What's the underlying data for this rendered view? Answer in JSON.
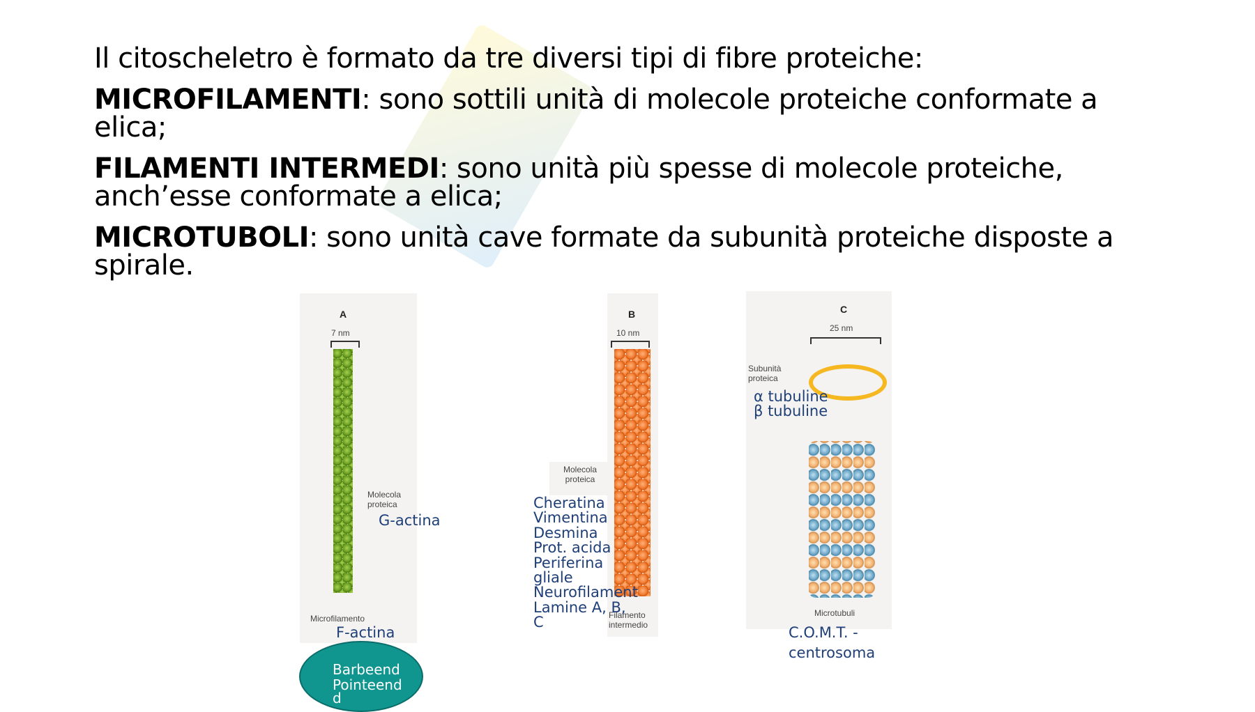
{
  "intro": "Il citoscheletro è formato da tre diversi tipi di fibre proteiche:",
  "items": [
    {
      "term": "MICROFILAMENTI",
      "desc": ": sono sottili unità di molecole proteiche conformate a elica;"
    },
    {
      "term": "FILAMENTI INTERMEDI",
      "desc": ": sono unità più spesse di molecole proteiche, anch’esse conformate a elica;"
    },
    {
      "term": "MICROTUBOLI",
      "desc": ": sono unità cave formate da subunità proteiche disposte a spirale."
    }
  ],
  "figure": {
    "a": {
      "letter": "A",
      "size": "7 nm",
      "molecule": "Molecola proteica",
      "caption": "Microfilamento",
      "g_label": "G-actina",
      "f_label": "F-actina"
    },
    "b": {
      "letter": "B",
      "size": "10 nm",
      "molecule": "Molecola proteica",
      "caption": "Filamento intermedio",
      "types": [
        "Cheratina",
        "Vimentina",
        "Desmina",
        "Prot. acida",
        "Periferina gliale",
        "Neurofilament",
        "Lamine A, B, C"
      ]
    },
    "c": {
      "letter": "C",
      "size": "25 nm",
      "subunit": "Subunità proteica",
      "caption": "Microtubuli",
      "alpha": "α tubuline",
      "beta": "β tubuline",
      "comt": "C.O.M.T. -",
      "centrosome": "centrosoma"
    },
    "ellipse": {
      "barbed": "Barbeend",
      "pointed": "Pointeend",
      "extra": "d"
    }
  },
  "colors": {
    "label": "#1f3f78",
    "ellipse": "#10958f"
  }
}
